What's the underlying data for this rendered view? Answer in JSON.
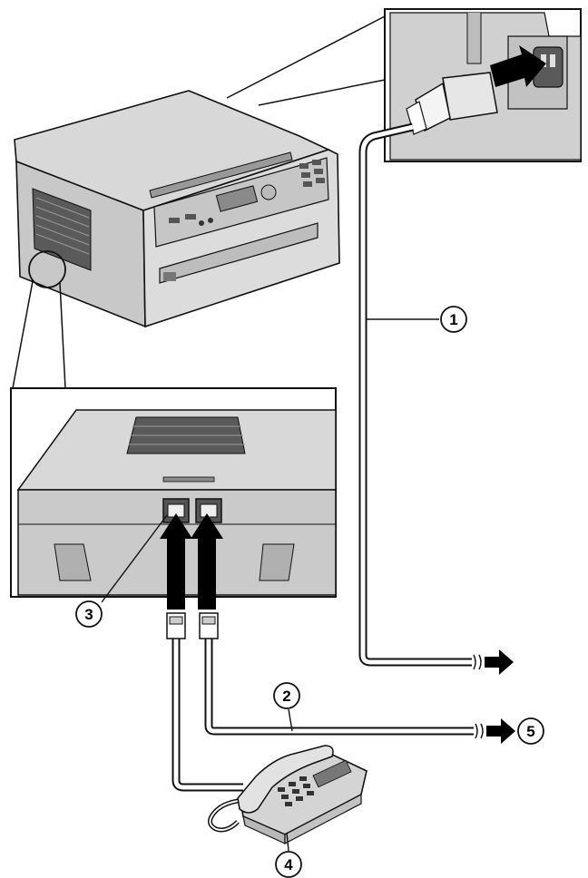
{
  "callouts": [
    {
      "id": "power-cord",
      "label": "1"
    },
    {
      "id": "telephone-line-cord",
      "label": "2"
    },
    {
      "id": "ext-jack",
      "label": "3"
    },
    {
      "id": "extension-telephone",
      "label": "4"
    },
    {
      "id": "single-telephone-line",
      "label": "5"
    }
  ],
  "colors": {
    "outline": "#111111",
    "device_fill": "#d4d4d4",
    "device_shade": "#b8b8b8",
    "panel_dark": "#7a7a7a",
    "cord_fill": "#ffffff",
    "arrow": "#000000",
    "background": "#ffffff"
  }
}
